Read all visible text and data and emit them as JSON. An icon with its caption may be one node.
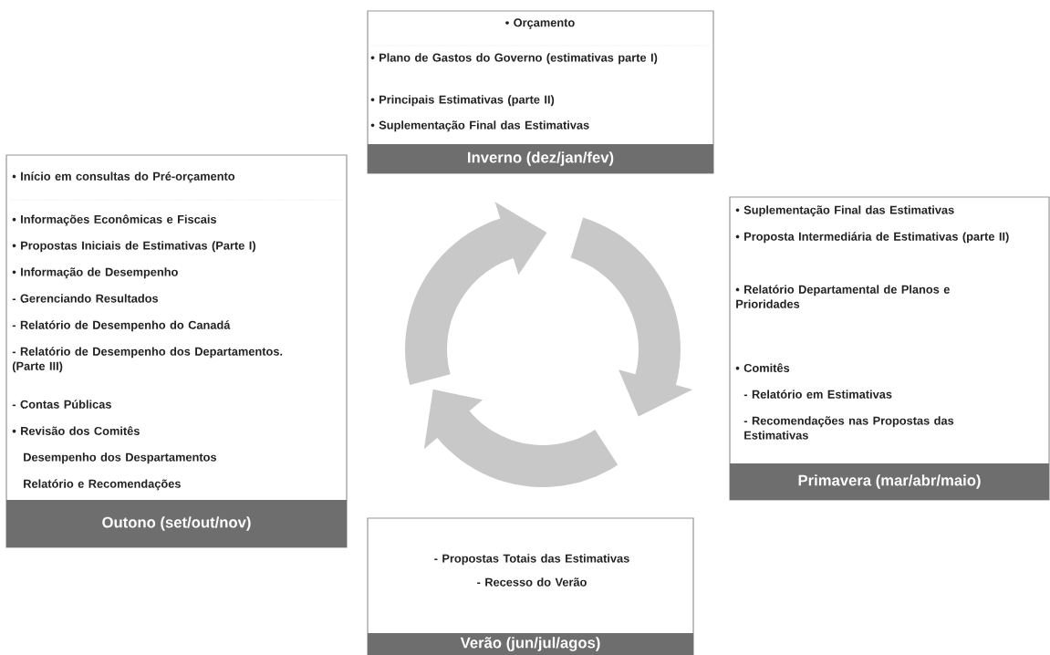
{
  "diagram": {
    "nodes": [
      {
        "text": [
          "• Orçamento",
          "• Plano de Gastos do Governo (estimativas parte I)",
          "• Principais Estimativas (parte II)",
          "• Suplementação Final das Estimativas",
          "Inverno (dez/jan/fev)"
        ]
      },
      {
        "text": [
          "• Início em consultas do Pré-orçamento",
          "• Informações Econômicas e Fiscais",
          "• Propostas Iniciais de Estimativas (Parte I)",
          "• Informação de Desempenho",
          "- Gerenciando Resultados",
          "- Relatório de Desempenho do Canadá",
          "- Relatório de Desempenho dos Departamentos. (Parte III)",
          "- Contas Públicas",
          "• Revisão dos Comitês",
          "Desempenho dos Despartamentos",
          "Relatório e Recomendações",
          "Outono (set/out/nov)"
        ]
      },
      {
        "text": [
          "• Suplementação Final das Estimativas",
          "• Proposta Intermediária de Estimativas (parte II)",
          "• Relatório Departamental de Planos e Prioridades",
          "• Comitês",
          "- Relatório em Estimativas",
          "- Recomendações nas Propostas das Estimativas",
          "Primavera (mar/abr/maio)"
        ]
      },
      {
        "text": [
          "- Propostas Totais das Estimativas",
          "- Recesso do Verão",
          "Verão (jun/jul/agos)"
        ]
      }
    ]
  }
}
